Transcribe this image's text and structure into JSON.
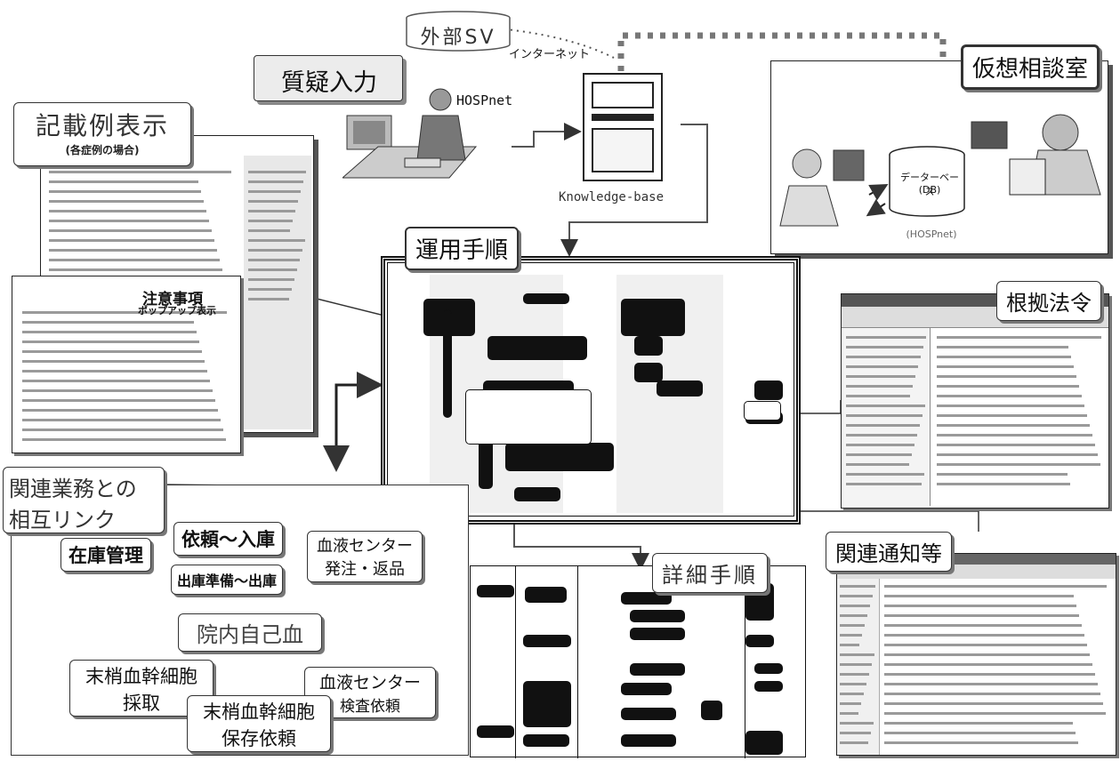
{
  "labels": {
    "external_sv": "外部SV",
    "internet": "インターネット",
    "question_input": "質疑入力",
    "hospnet": "HOSPnet",
    "knowledge_base": "Knowledge-base",
    "virtual_consult_room": "仮想相談室",
    "database_line1": "データーベース",
    "database_line2": "(DB)",
    "hospnet_paren": "(HOSPnet)",
    "entry_example": "記載例表示",
    "entry_example_sub": "(各症例の場合)",
    "operation_procedure": "運用手順",
    "notes_title": "注意事項",
    "notes_sub": "ポップアップ表示",
    "legal_basis": "根拠法令",
    "related_link_line1": "関連業務との",
    "related_link_line2": "相互リンク",
    "inventory": "在庫管理",
    "request_to_stock": "依頼～入庫",
    "blood_center_order_line1": "血液センター",
    "blood_center_order_line2": "発注・返品",
    "issue_prep": "出庫準備～出庫",
    "autologous": "院内自己血",
    "pbsc_collect_line1": "末梢血幹細胞",
    "pbsc_collect_line2": "採取",
    "blood_center_test_line1": "血液センター",
    "blood_center_test_line2": "検査依頼",
    "pbsc_store_line1": "末梢血幹細胞",
    "pbsc_store_line2": "保存依頼",
    "detail_procedure": "詳細手順",
    "related_notices": "関連通知等"
  }
}
